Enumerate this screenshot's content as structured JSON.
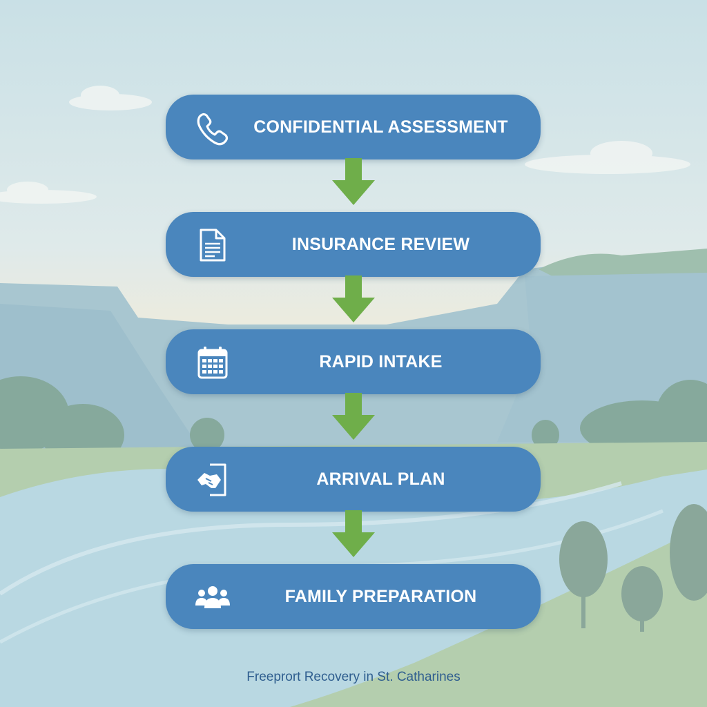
{
  "colors": {
    "box": "#4a86bd",
    "arrow": "#6fae4a",
    "text": "#ffffff",
    "footer": "#2f5e8f"
  },
  "steps": [
    {
      "label": "CONFIDENTIAL ASSESSMENT",
      "icon": "phone-icon"
    },
    {
      "label": "INSURANCE REVIEW",
      "icon": "document-icon"
    },
    {
      "label": "RAPID INTAKE",
      "icon": "calendar-icon"
    },
    {
      "label": "ARRIVAL PLAN",
      "icon": "handshake-door-icon"
    },
    {
      "label": "FAMILY PREPARATION",
      "icon": "family-icon"
    }
  ],
  "footer": {
    "text": "Freeprort Recovery in St. Catharines"
  }
}
